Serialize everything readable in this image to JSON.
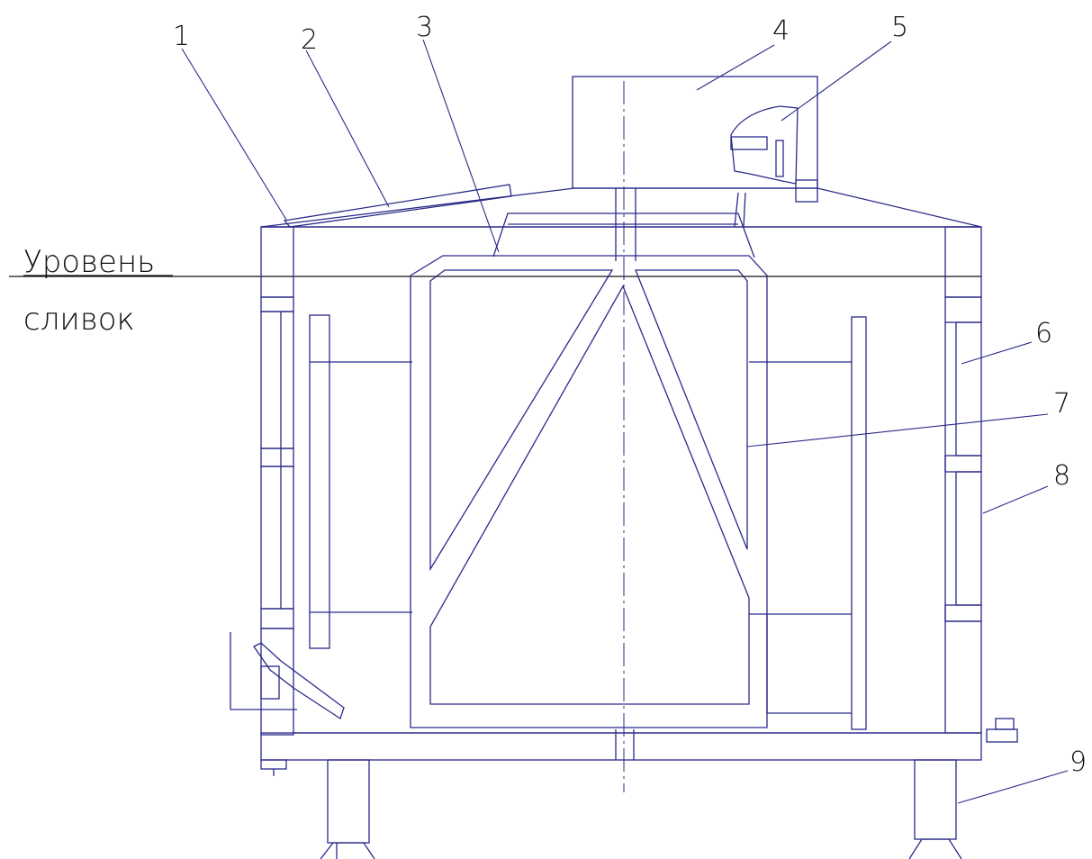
{
  "callouts": [
    "1",
    "2",
    "3",
    "4",
    "5",
    "6",
    "7",
    "8",
    "9"
  ],
  "level_label": {
    "line1": "Уровень",
    "line2": "сливок"
  },
  "colors": {
    "line": "#2a2a8a",
    "text": "#111111",
    "background": "#ffffff"
  }
}
